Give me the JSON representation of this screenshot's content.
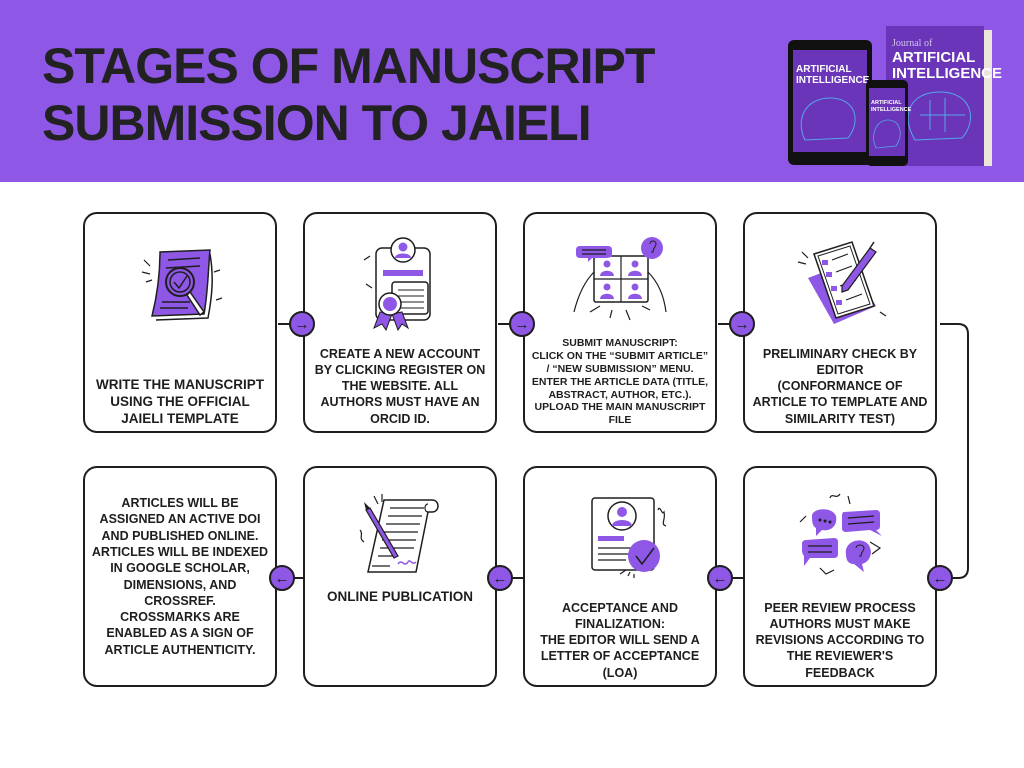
{
  "header": {
    "title_line1": "STAGES OF MANUSCRIPT",
    "title_line2": "SUBMISSION TO JAIELI",
    "background": "#8f57e6",
    "mockup": {
      "journal_prefix": "Journal of",
      "journal_title_line1": "ARTIFICIAL",
      "journal_title_line2": "INTELLIGENCE"
    }
  },
  "colors": {
    "accent": "#8f57e6",
    "ink": "#1e1e1e"
  },
  "steps": [
    {
      "icon": "document-magnifier-icon",
      "text": "WRITE THE MANUSCRIPT USING THE OFFICIAL JAIELI TEMPLATE"
    },
    {
      "icon": "profile-certificate-icon",
      "text": "CREATE A NEW ACCOUNT BY CLICKING REGISTER ON THE WEBSITE. ALL AUTHORS MUST HAVE AN ORCID ID."
    },
    {
      "icon": "tablet-video-call-icon",
      "text_lines": [
        "SUBMIT MANUSCRIPT:",
        "CLICK ON THE “SUBMIT ARTICLE” / “NEW SUBMISSION” MENU.",
        "ENTER THE ARTICLE DATA (TITLE, ABSTRACT, AUTHOR, ETC.).",
        "UPLOAD THE MAIN MANUSCRIPT FILE"
      ]
    },
    {
      "icon": "clipboard-checklist-icon",
      "text_lines": [
        "PRELIMINARY CHECK BY EDITOR",
        "(CONFORMANCE OF ARTICLE TO TEMPLATE AND SIMILARITY TEST)"
      ]
    },
    {
      "icon": "chat-bubbles-icon",
      "text_lines": [
        "PEER REVIEW PROCESS",
        "AUTHORS MUST MAKE REVISIONS ACCORDING TO THE REVIEWER'S FEEDBACK"
      ]
    },
    {
      "icon": "acceptance-letter-icon",
      "text_lines": [
        "ACCEPTANCE AND FINALIZATION:",
        "THE EDITOR WILL SEND A LETTER OF ACCEPTANCE (LOA)"
      ]
    },
    {
      "icon": "signed-scroll-icon",
      "text": "ONLINE PUBLICATION"
    },
    {
      "icon": "",
      "text_lines": [
        "ARTICLES WILL BE ASSIGNED AN ACTIVE DOI AND PUBLISHED ONLINE.",
        "ARTICLES WILL BE INDEXED IN GOOGLE SCHOLAR, DIMENSIONS, AND CROSSREF.",
        "CROSSMARKS ARE ENABLED AS A SIGN OF ARTICLE AUTHENTICITY."
      ]
    }
  ],
  "arrows": {
    "right": "→",
    "left": "←"
  }
}
